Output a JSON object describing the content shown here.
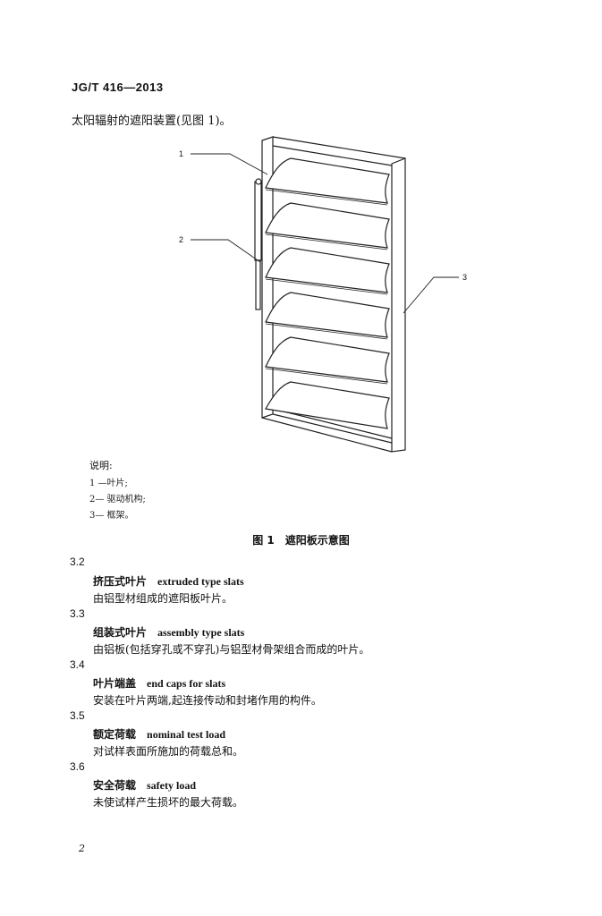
{
  "header": {
    "doc_code": "JG/T 416—2013"
  },
  "intro_text": "太阳辐射的遮阳装置(见图 1)。",
  "figure": {
    "callouts": [
      "1",
      "2",
      "3"
    ],
    "legend_title": "说明:",
    "legend_items": [
      "1 —叶片;",
      "2— 驱动机构;",
      "3— 框架。"
    ],
    "caption_num": "图 1",
    "caption_text": "遮阳板示意图"
  },
  "sections": [
    {
      "num": "3.2",
      "term_zh": "挤压式叶片",
      "term_en": "extruded type slats",
      "definition": "由铝型材组成的遮阳板叶片。"
    },
    {
      "num": "3.3",
      "term_zh": "组装式叶片",
      "term_en": "assembly type slats",
      "definition": "由铝板(包括穿孔或不穿孔)与铝型材骨架组合而成的叶片。"
    },
    {
      "num": "3.4",
      "term_zh": "叶片端盖",
      "term_en": "end caps for slats",
      "definition": "安装在叶片两端,起连接传动和封堵作用的构件。"
    },
    {
      "num": "3.5",
      "term_zh": "额定荷载",
      "term_en": "nominal test load",
      "definition": "对试样表面所施加的荷载总和。"
    },
    {
      "num": "3.6",
      "term_zh": "安全荷载",
      "term_en": "safety load",
      "definition": "未使试样产生损坏的最大荷载。"
    }
  ],
  "page_number": "2"
}
